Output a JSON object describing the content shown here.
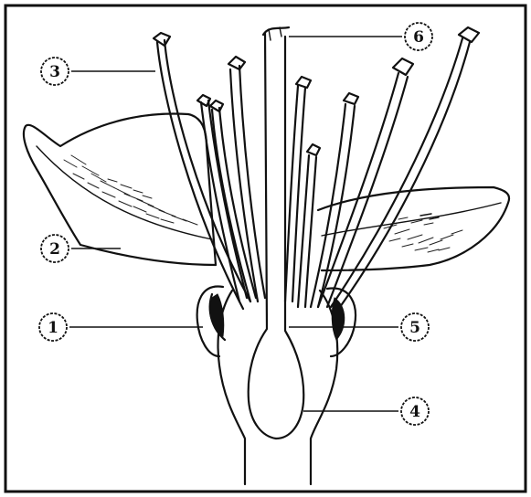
{
  "labels": [
    {
      "id": "1",
      "text": "1"
    },
    {
      "id": "2",
      "text": "2"
    },
    {
      "id": "3",
      "text": "3"
    },
    {
      "id": "4",
      "text": "4"
    },
    {
      "id": "5",
      "text": "5"
    },
    {
      "id": "6",
      "text": "6"
    }
  ]
}
